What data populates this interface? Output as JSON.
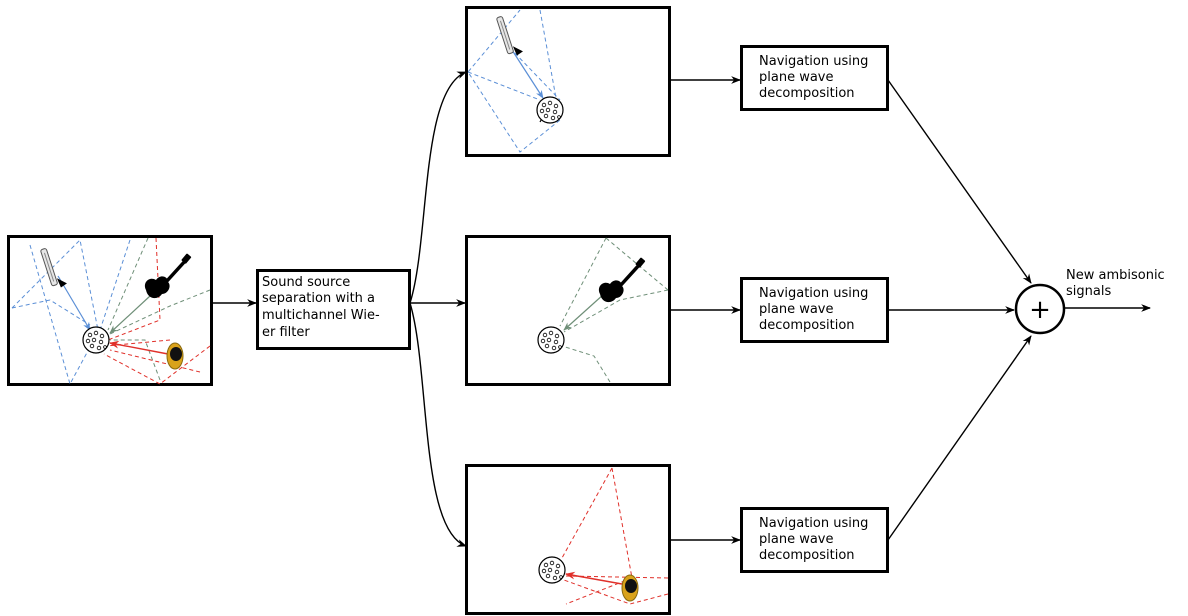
{
  "separation_box": {
    "lines": [
      "Sound source",
      "separation with a",
      "multichannel Wie-",
      "er filter"
    ]
  },
  "navigation_boxes": [
    {
      "lines": [
        "Navigation using",
        "plane wave",
        "decomposition"
      ]
    },
    {
      "lines": [
        "Navigation using",
        "plane wave",
        "decomposition"
      ]
    },
    {
      "lines": [
        "Navigation using",
        "plane wave",
        "decomposition"
      ]
    }
  ],
  "sum_node": {
    "symbol": "+"
  },
  "output_label": {
    "lines": [
      "New ambisonic",
      "signals"
    ]
  },
  "colors": {
    "trombone_paths": "#5b8fd6",
    "guitar_paths": "#6f8f78",
    "drum_paths": "#e0302a",
    "drum_body": "#d9a21b"
  },
  "icons": {
    "microphone": "spherical-mic-array-icon",
    "trombone": "trombone-icon",
    "guitar": "electric-guitar-icon",
    "drum": "drum-icon"
  }
}
